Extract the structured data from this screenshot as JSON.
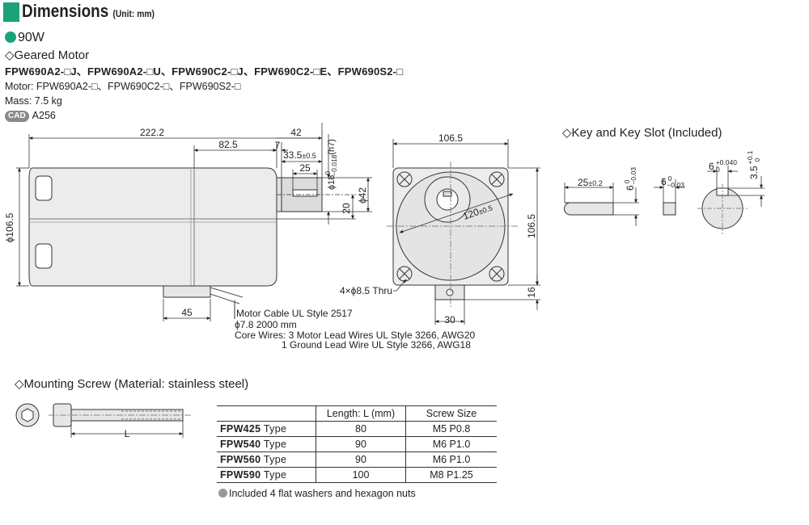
{
  "header": {
    "title": "Dimensions",
    "unit": "(Unit: mm)",
    "accent_color": "#1aa27a"
  },
  "power": {
    "label": "90W"
  },
  "geared_motor": {
    "title": "◇Geared Motor",
    "models": "FPW690A2-□J、FPW690A2-□U、FPW690C2-□J、FPW690C2-□E、FPW690S2-□",
    "motor": "Motor: FPW690A2-□、FPW690C2-□、FPW690S2-□",
    "mass": "Mass: 7.5 kg",
    "cad_badge": "CAD",
    "cad_code": "A256"
  },
  "side_view": {
    "dim_total": "222.2",
    "dim_body": "82.5",
    "dim_42": "42",
    "dim_7": "7",
    "dim_33_5": "33.5",
    "dim_33_5_tol": "±0.5",
    "dim_25": "25",
    "dim_shaft": "ϕ18",
    "dim_shaft_tol_upper": "0",
    "dim_shaft_tol_lower": "−0.018",
    "dim_shaft_fit": "(h7)",
    "dim_dia_body": "ϕ106.5",
    "dim_dia_boss": "ϕ42",
    "dim_20": "20",
    "dim_45": "45",
    "cable_label": "Motor Cable UL Style 2517",
    "cable_spec": "ϕ7.8 2000 mm",
    "core_wires_1": "Core Wires: 3 Motor Lead Wires UL Style 3266, AWG20",
    "core_wires_2": "1 Ground Lead Wire UL Style 3266, AWG18"
  },
  "front_view": {
    "dim_width": "106.5",
    "dim_height": "106.5",
    "dim_pcd": "120",
    "dim_pcd_tol": "±0.5",
    "holes": "4×ϕ8.5 Thru",
    "dim_16": "16",
    "dim_30": "30"
  },
  "key": {
    "title": "◇Key and Key Slot (Included)",
    "dim_25": "25",
    "dim_25_tol": "±0.2",
    "dim_6a": "6",
    "dim_6a_tol_upper": "0",
    "dim_6a_tol_lower": "−0.03",
    "dim_6b": "6",
    "dim_6b_tol_upper": "0",
    "dim_6b_tol_lower": "−0.03",
    "dim_6c": "6",
    "dim_6c_tol_upper": "+0.040",
    "dim_6c_tol_lower": "0",
    "dim_3_5": "3.5",
    "dim_3_5_tol_upper": "+0.1",
    "dim_3_5_tol_lower": "0"
  },
  "mounting": {
    "title": "◇Mounting Screw (Material: stainless steel)",
    "dim_L": "L",
    "table": {
      "headers": [
        "",
        "Length: L (mm)",
        "Screw Size"
      ],
      "rows": [
        {
          "model": "FPW425",
          "suffix": "Type",
          "length": "80",
          "screw": "M5  P0.8"
        },
        {
          "model": "FPW540",
          "suffix": "Type",
          "length": "90",
          "screw": "M6  P1.0"
        },
        {
          "model": "FPW560",
          "suffix": "Type",
          "length": "90",
          "screw": "M6  P1.0"
        },
        {
          "model": "FPW590",
          "suffix": "Type",
          "length": "100",
          "screw": "M8  P1.25"
        }
      ]
    },
    "note": "Included 4 flat washers and hexagon nuts",
    "note_dot_color": "#999999"
  }
}
